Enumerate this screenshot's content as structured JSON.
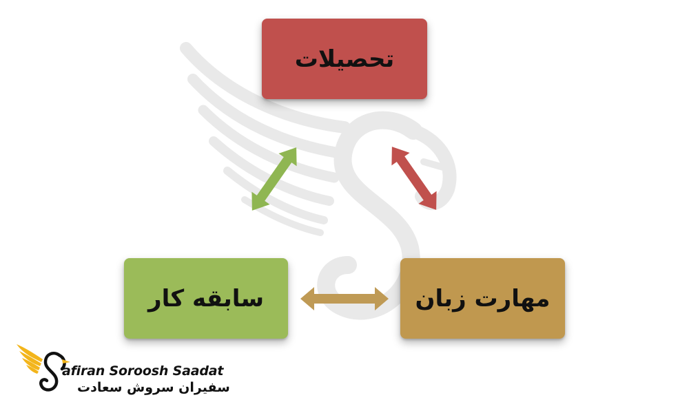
{
  "diagram": {
    "nodes": {
      "top": {
        "label": "تحصیلات",
        "color": "#c0504d"
      },
      "left": {
        "label": "سابقه کار",
        "color": "#9bbb59"
      },
      "right": {
        "label": "مهارت زبان",
        "color": "#c0984f"
      }
    },
    "arrows": {
      "top_left": {
        "color": "#8fb652",
        "direction": "bidirectional"
      },
      "top_right": {
        "color": "#c0504d",
        "direction": "bidirectional"
      },
      "left_right": {
        "color": "#bf9a55",
        "direction": "bidirectional"
      }
    }
  },
  "logo": {
    "name_en": "afiran Soroosh Saadat",
    "name_fa": "سفیران سروش سعادت",
    "accent_color": "#f3b51b"
  }
}
